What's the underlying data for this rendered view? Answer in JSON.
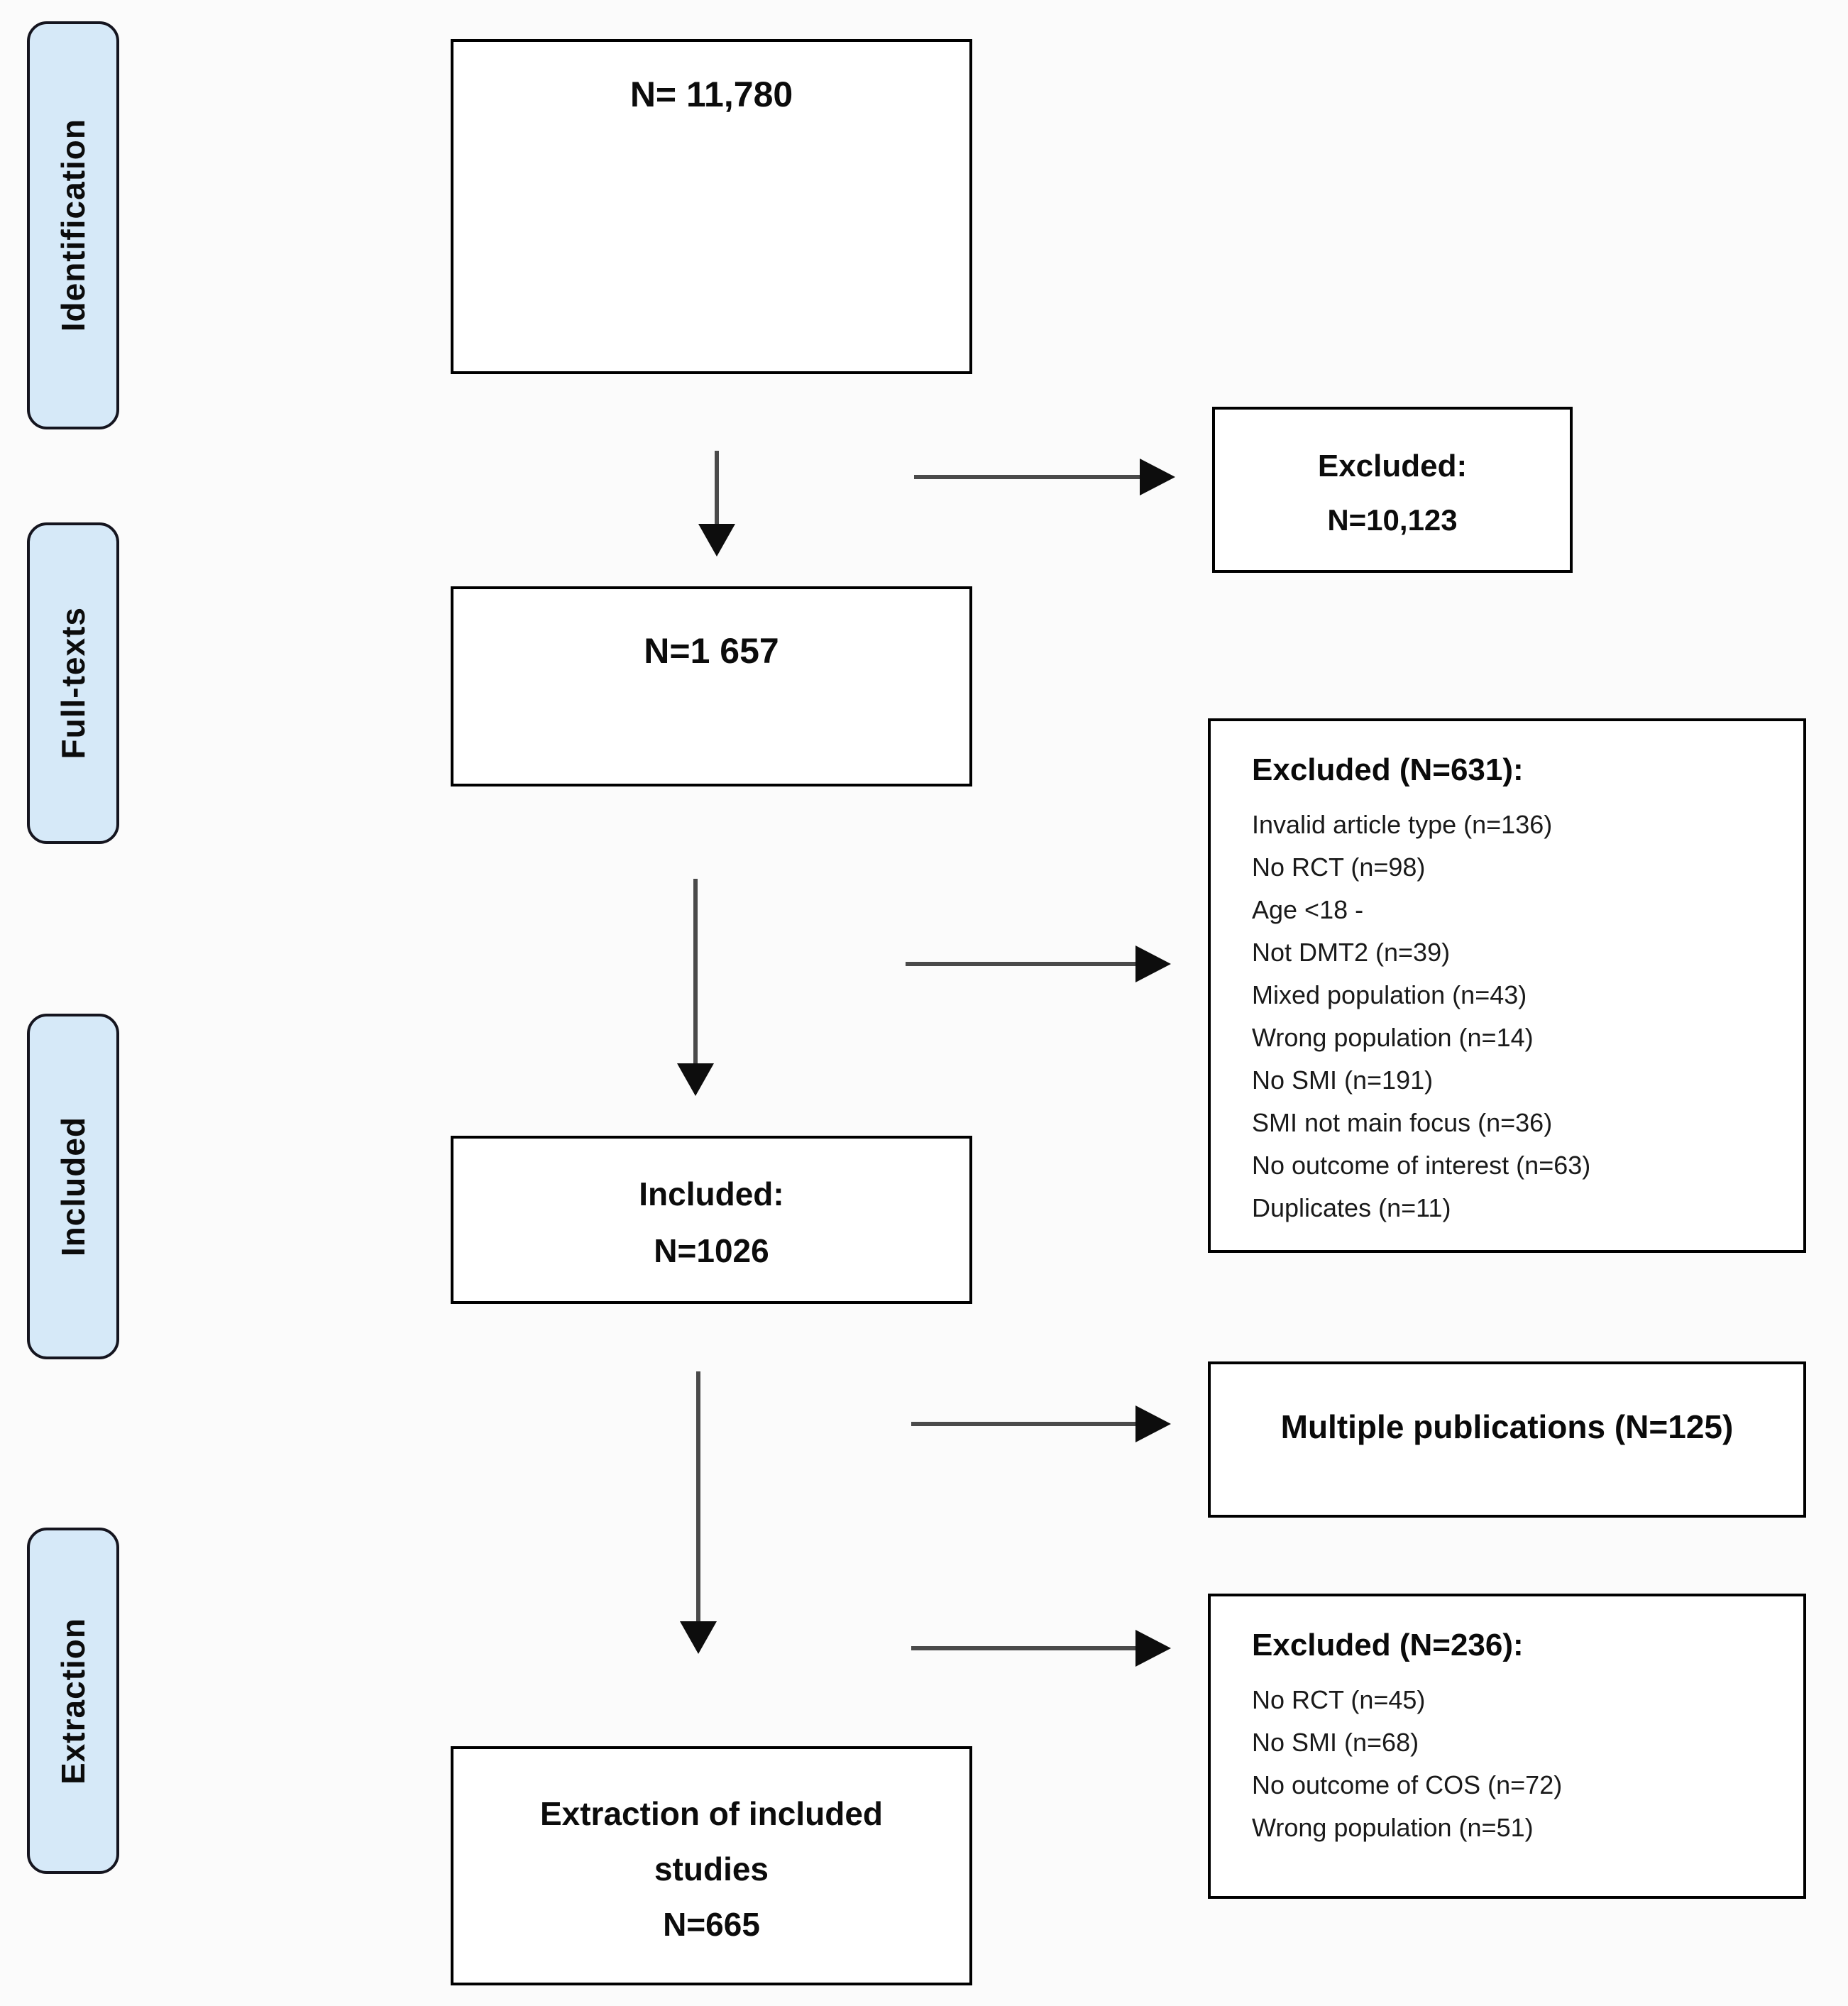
{
  "stages": [
    {
      "label": "Identification"
    },
    {
      "label": "Full-texts"
    },
    {
      "label": "Included"
    },
    {
      "label": "Extraction"
    }
  ],
  "flow_boxes": {
    "identified": {
      "line1": "N= 11,780"
    },
    "fulltext": {
      "line1": "N=1 657"
    },
    "included": {
      "line1": "Included:",
      "line2": "N=1026"
    },
    "extraction": {
      "line1": "Extraction of included",
      "line2": "studies",
      "line3": "N=665"
    }
  },
  "side_boxes": {
    "excluded_initial": {
      "title": "Excluded:",
      "value": "N=10,123"
    },
    "excluded_fulltext": {
      "title": "Excluded (N=631):",
      "items": [
        "Invalid article type (n=136)",
        "No RCT (n=98)",
        "Age <18 -",
        "Not DMT2 (n=39)",
        "Mixed population (n=43)",
        "Wrong population (n=14)",
        "No SMI (n=191)",
        "SMI not main focus (n=36)",
        "No outcome of interest (n=63)",
        "Duplicates (n=11)"
      ]
    },
    "multiple_publications": {
      "title": "Multiple publications (N=125)"
    },
    "excluded_extraction": {
      "title": "Excluded (N=236):",
      "items": [
        "No RCT (n=45)",
        "No SMI (n=68)",
        "No outcome of COS (n=72)",
        "Wrong population (n=51)"
      ]
    }
  },
  "colors": {
    "stage_fill": "#d6e9f8",
    "stage_border": "#15151f",
    "box_border": "#000000",
    "box_background": "#ffffff",
    "arrow_line": "#4a4a4a",
    "arrow_head": "#0d0d0d",
    "text": "#111111",
    "page_background": "#fbfbfb"
  }
}
